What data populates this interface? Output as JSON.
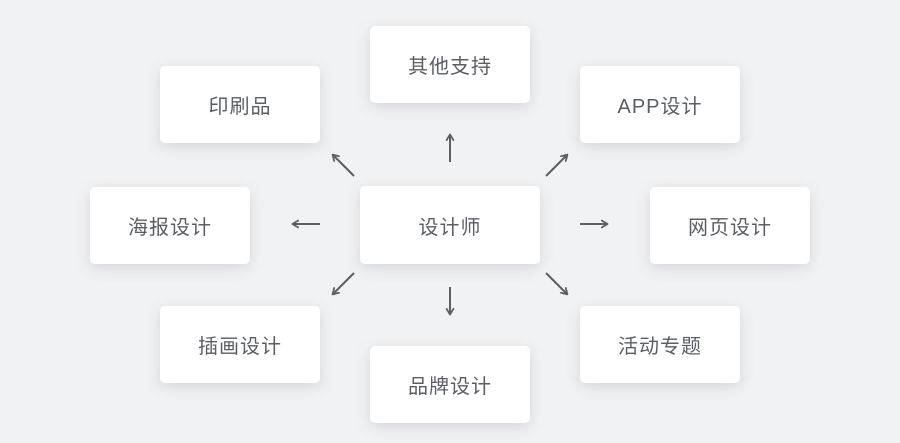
{
  "diagram": {
    "title": "designer-skill-map",
    "center": {
      "id": "designer",
      "label": "设计师"
    },
    "branches": [
      {
        "id": "other-support",
        "label": "其他支持",
        "position": "top"
      },
      {
        "id": "print-product",
        "label": "印刷品",
        "position": "top-left"
      },
      {
        "id": "app-design",
        "label": "APP设计",
        "position": "top-right"
      },
      {
        "id": "poster-design",
        "label": "海报设计",
        "position": "left"
      },
      {
        "id": "web-design",
        "label": "网页设计",
        "position": "right"
      },
      {
        "id": "illustration-design",
        "label": "插画设计",
        "position": "bottom-left"
      },
      {
        "id": "brand-design",
        "label": "品牌设计",
        "position": "bottom"
      },
      {
        "id": "activity-topic",
        "label": "活动专题",
        "position": "bottom-right"
      }
    ],
    "edges": [
      {
        "from": "designer",
        "to": "other-support",
        "direction": "up"
      },
      {
        "from": "designer",
        "to": "print-product",
        "direction": "up-left"
      },
      {
        "from": "designer",
        "to": "app-design",
        "direction": "up-right"
      },
      {
        "from": "designer",
        "to": "poster-design",
        "direction": "left"
      },
      {
        "from": "designer",
        "to": "web-design",
        "direction": "right"
      },
      {
        "from": "designer",
        "to": "illustration-design",
        "direction": "down-left"
      },
      {
        "from": "designer",
        "to": "brand-design",
        "direction": "down"
      },
      {
        "from": "designer",
        "to": "activity-topic",
        "direction": "down-right"
      }
    ],
    "colors": {
      "background": "#f1f2f3",
      "card_background": "#ffffff",
      "text": "#5a5e66",
      "arrow": "#5c5f66"
    }
  }
}
